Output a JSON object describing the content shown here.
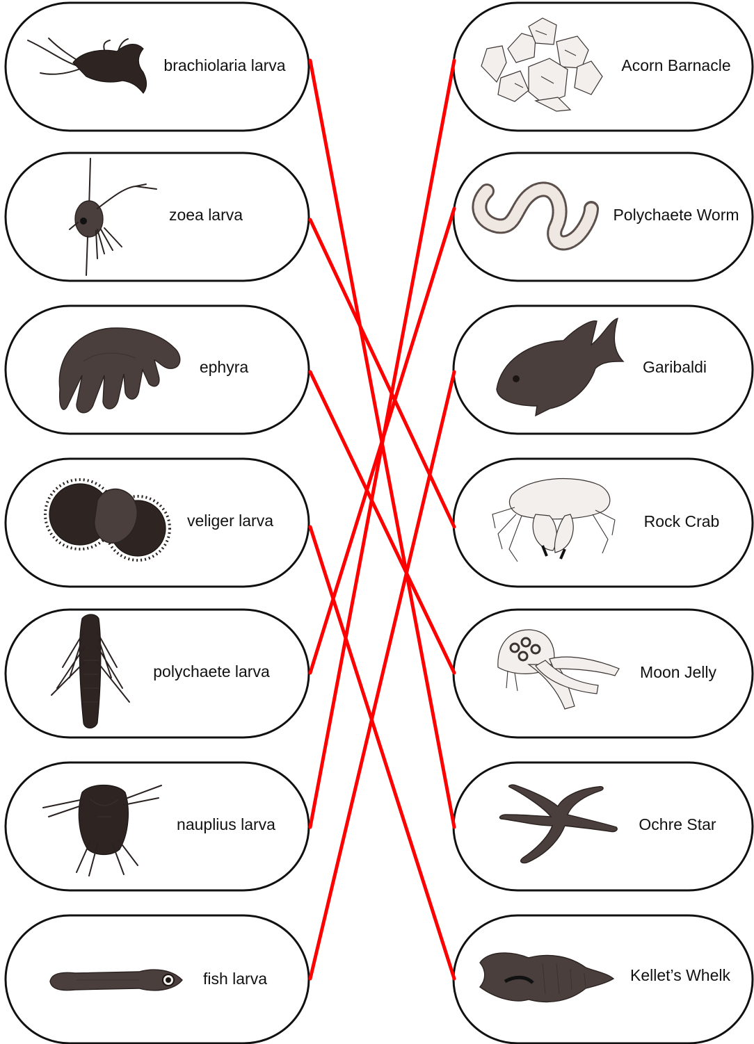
{
  "larvae": [
    {
      "id": "brachiolaria",
      "label": "brachiolaria larva",
      "icon": "brachiolaria-larva-icon"
    },
    {
      "id": "zoea",
      "label": "zoea larva",
      "icon": "zoea-larva-icon"
    },
    {
      "id": "ephyra",
      "label": "ephyra",
      "icon": "ephyra-icon"
    },
    {
      "id": "veliger",
      "label": "veliger larva",
      "icon": "veliger-larva-icon"
    },
    {
      "id": "polychaete-larva",
      "label": "polychaete larva",
      "icon": "polychaete-larva-icon"
    },
    {
      "id": "nauplius",
      "label": "nauplius larva",
      "icon": "nauplius-larva-icon"
    },
    {
      "id": "fish-larva",
      "label": "fish larva",
      "icon": "fish-larva-icon"
    }
  ],
  "adults": [
    {
      "id": "acorn-barnacle",
      "label": "Acorn Barnacle",
      "icon": "acorn-barnacle-icon"
    },
    {
      "id": "polychaete-worm",
      "label": "Polychaete Worm",
      "icon": "polychaete-worm-icon"
    },
    {
      "id": "garibaldi",
      "label": "Garibaldi",
      "icon": "garibaldi-icon"
    },
    {
      "id": "rock-crab",
      "label": "Rock Crab",
      "icon": "rock-crab-icon"
    },
    {
      "id": "moon-jelly",
      "label": "Moon Jelly",
      "icon": "moon-jelly-icon"
    },
    {
      "id": "ochre-star",
      "label": "Ochre Star",
      "icon": "ochre-star-icon"
    },
    {
      "id": "kellets-whelk",
      "label": "Kellet’s Whelk",
      "icon": "kellets-whelk-icon"
    }
  ],
  "matches": [
    {
      "larva": "brachiolaria",
      "adult": "ochre-star"
    },
    {
      "larva": "zoea",
      "adult": "rock-crab"
    },
    {
      "larva": "ephyra",
      "adult": "moon-jelly"
    },
    {
      "larva": "veliger",
      "adult": "kellets-whelk"
    },
    {
      "larva": "polychaete-larva",
      "adult": "polychaete-worm"
    },
    {
      "larva": "nauplius",
      "adult": "acorn-barnacle"
    },
    {
      "larva": "fish-larva",
      "adult": "garibaldi"
    }
  ],
  "colors": {
    "connector": "#ff0000",
    "card_border": "#111111"
  }
}
